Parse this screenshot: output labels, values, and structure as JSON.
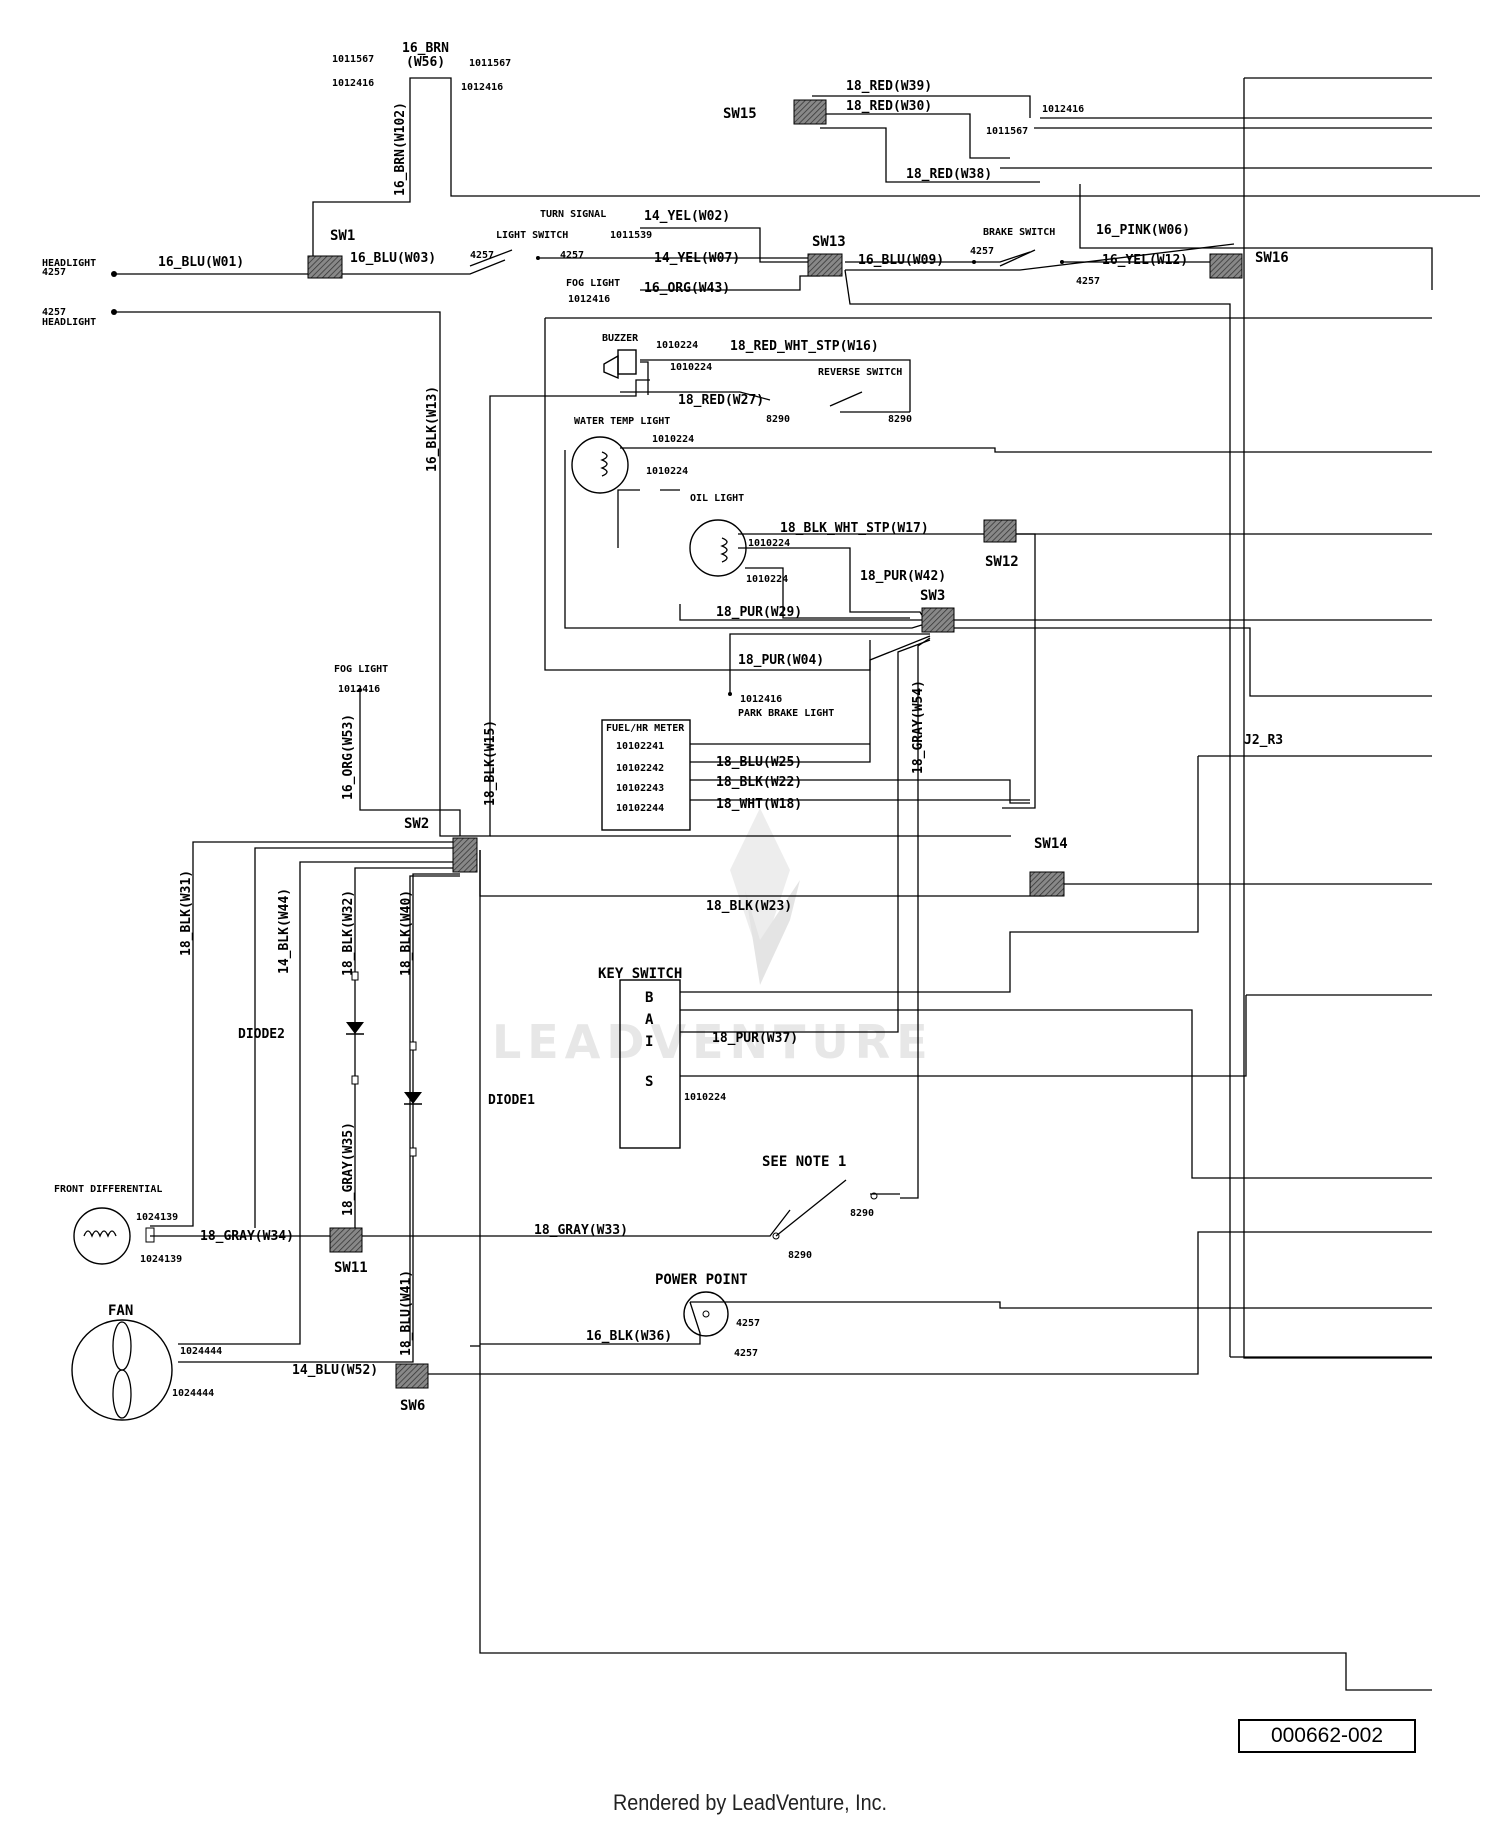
{
  "diagram": {
    "part_number": "000662-002",
    "footer": "Rendered by LeadVenture, Inc.",
    "watermark": "LEADVENTURE",
    "switches": {
      "sw1": "SW1",
      "sw2": "SW2",
      "sw3": "SW3",
      "sw6": "SW6",
      "sw11": "SW11",
      "sw12": "SW12",
      "sw13": "SW13",
      "sw14": "SW14",
      "sw15": "SW15",
      "sw16": "SW16"
    },
    "components": {
      "headlight_1": [
        "HEADLIGHT",
        "4257"
      ],
      "headlight_2": [
        "4257",
        "HEADLIGHT"
      ],
      "turn_signal": "TURN SIGNAL",
      "light_switch": "LIGHT SWITCH",
      "fog_light_top": "FOG LIGHT",
      "brake_switch": "BRAKE SWITCH",
      "buzzer": "BUZZER",
      "reverse_switch": "REVERSE SWITCH",
      "water_temp_light": "WATER TEMP LIGHT",
      "oil_light": "OIL LIGHT",
      "park_brake_light": "PARK BRAKE LIGHT",
      "fog_light_left": "FOG LIGHT",
      "fuel_meter": "FUEL/HR METER",
      "fuel_meter_pins": [
        "10102241",
        "10102242",
        "10102243",
        "10102244"
      ],
      "key_switch": "KEY SWITCH",
      "key_switch_pins": [
        "B",
        "A",
        "I",
        "S"
      ],
      "see_note": "SEE NOTE 1",
      "power_point": "POWER POINT",
      "front_differential": "FRONT DIFFERENTIAL",
      "fan": "FAN",
      "diode1": "DIODE1",
      "diode2": "DIODE2",
      "j2": "J2_R3"
    },
    "wires": {
      "w56": [
        "16_BRN",
        "(W56)"
      ],
      "w102": "16_BRN(W102)",
      "w39": "18_RED(W39)",
      "w30": "18_RED(W30)",
      "w38": "18_RED(W38)",
      "w01": "16_BLU(W01)",
      "w03": "16_BLU(W03)",
      "w02": "14_YEL(W02)",
      "w07": "14_YEL(W07)",
      "w43": "16_ORG(W43)",
      "w09": "16_BLU(W09)",
      "w06": "16_PINK(W06)",
      "w12": "16_YEL(W12)",
      "w13": "16_BLK(W13)",
      "w16": "18_RED_WHT_STP(W16)",
      "w27": "18_RED(W27)",
      "w17": "18_BLK_WHT_STP(W17)",
      "w42": "18_PUR(W42)",
      "w29": "18_PUR(W29)",
      "w04": "18_PUR(W04)",
      "w54": "18_GRAY(W54)",
      "w53": "16_ORG(W53)",
      "w15": "18_BLK(W15)",
      "w25": "18_BLU(W25)",
      "w22": "18_BLK(W22)",
      "w18": "18_WHT(W18)",
      "w23": "18_BLK(W23)",
      "w31": "18_BLK(W31)",
      "w44": "14_BLK(W44)",
      "w32": "18_BLK(W32)",
      "w40": "18_BLK(W40)",
      "w35": "18_GRAY(W35)",
      "w37": "18_PUR(W37)",
      "w34": "18_GRAY(W34)",
      "w33": "18_GRAY(W33)",
      "w41": "18_BLU(W41)",
      "w36": "16_BLK(W36)",
      "w52": "14_BLU(W52)"
    },
    "connectors": {
      "c1011567": "1011567",
      "c1012416": "1012416",
      "c1011539": "1011539",
      "c4257": "4257",
      "c1010224": "1010224",
      "c8290": "8290",
      "c1024139": "1024139",
      "c1024444": "1024444"
    }
  }
}
